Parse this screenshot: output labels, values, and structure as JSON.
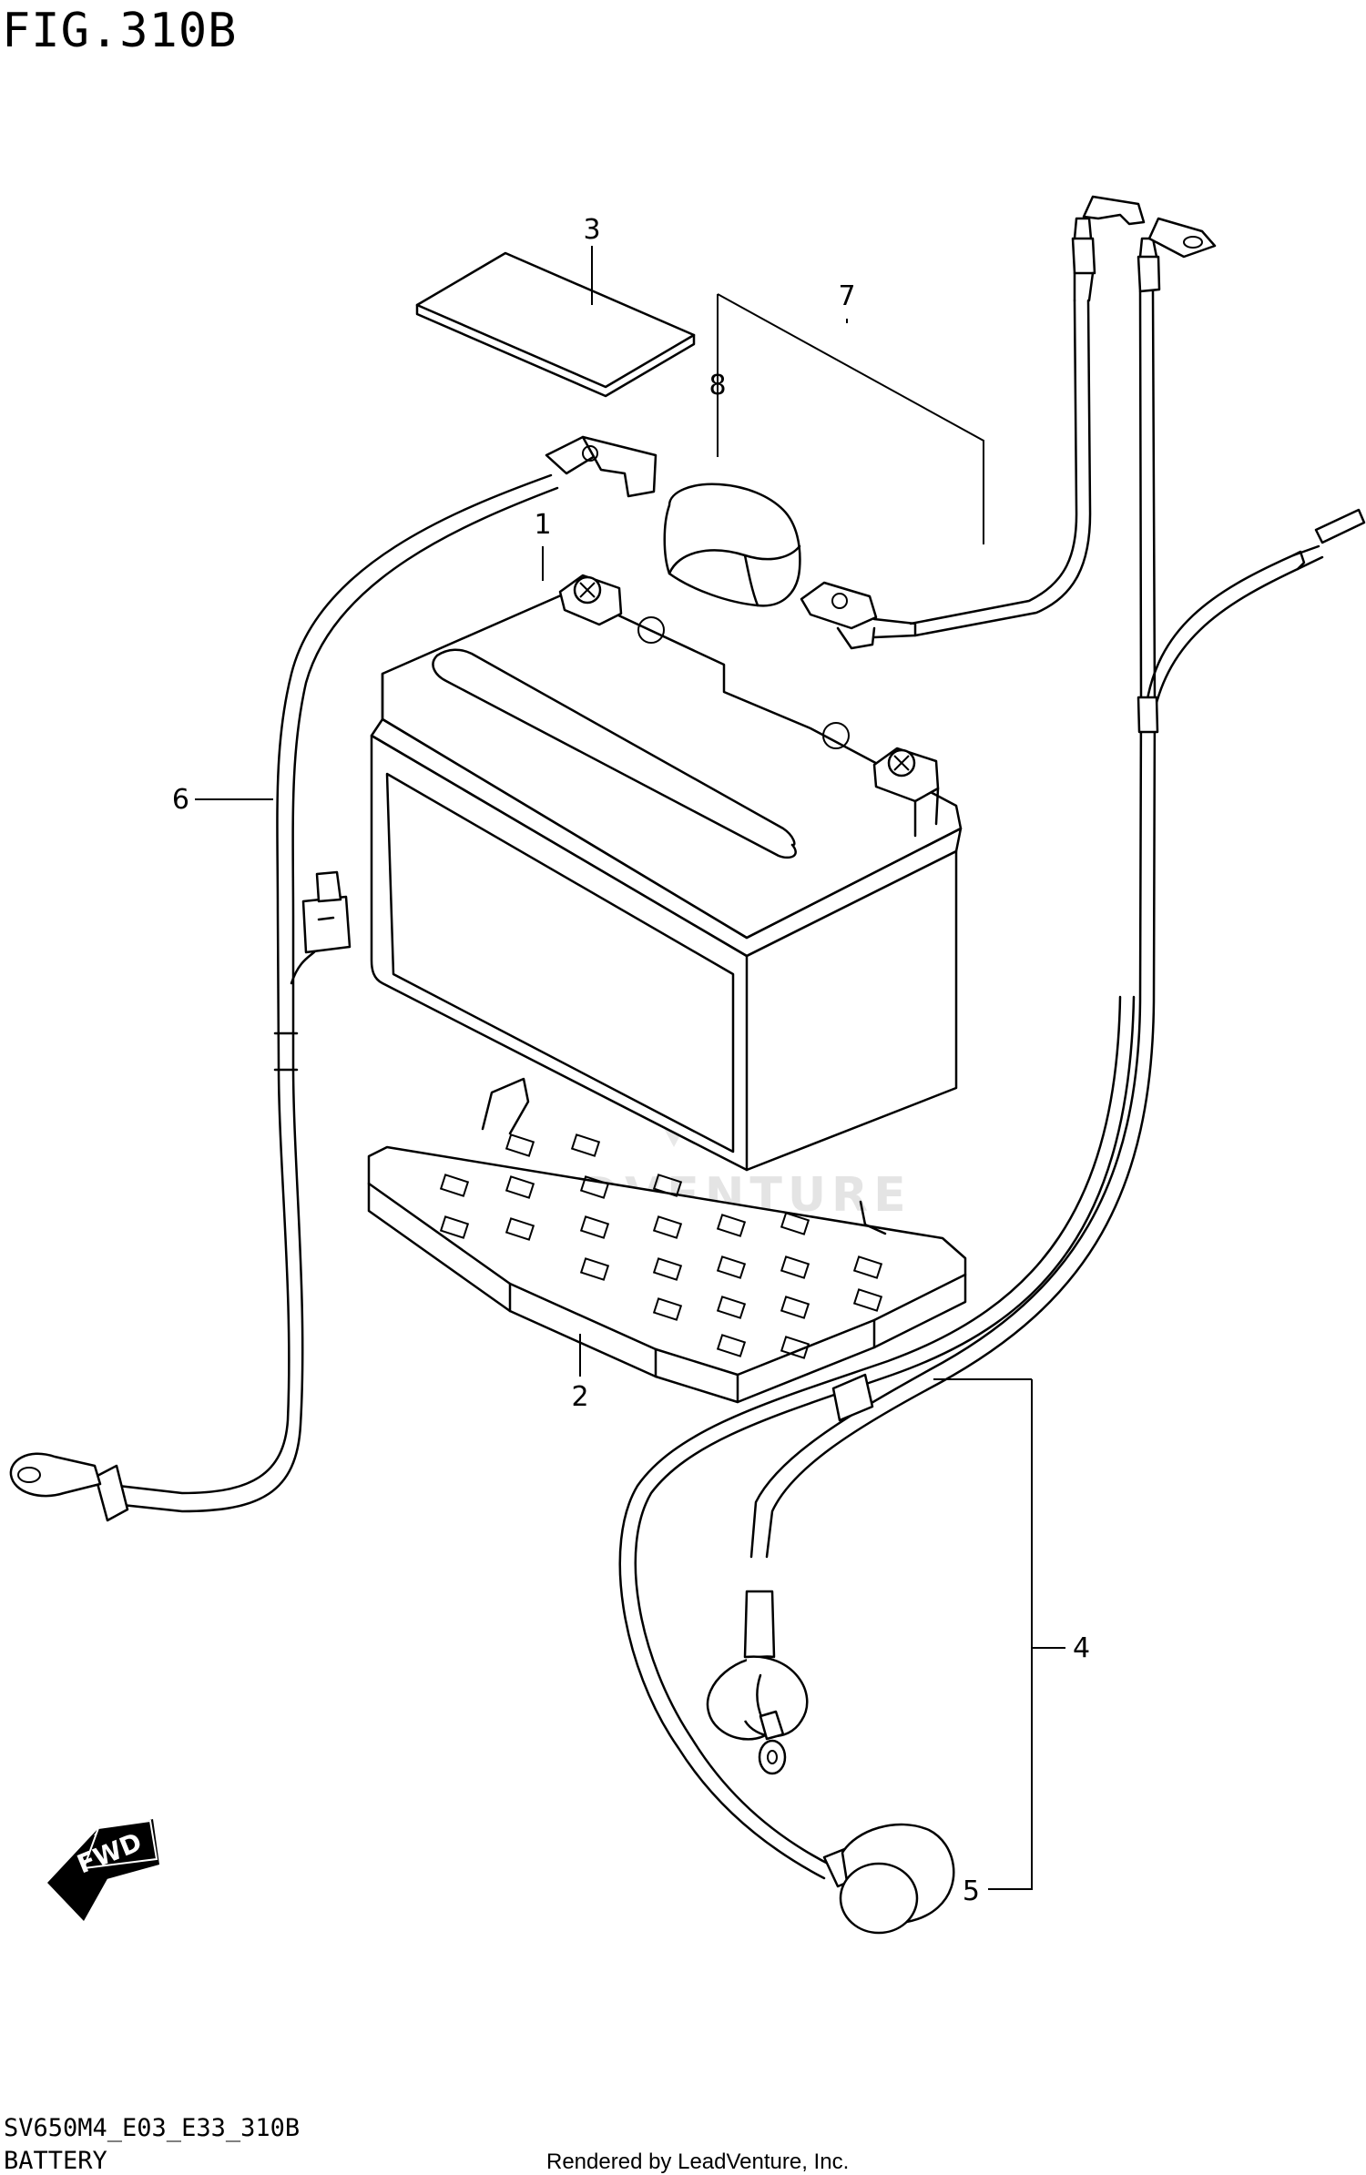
{
  "figure": {
    "title": "FIG.310B",
    "code": "SV650M4_E03_E33_310B",
    "name": "BATTERY",
    "credit": "Rendered by LeadVenture, Inc.",
    "watermark": "LEADVENTURE"
  },
  "callouts": [
    {
      "number": "1",
      "part": "battery"
    },
    {
      "number": "2",
      "part": "battery-tray"
    },
    {
      "number": "3",
      "part": "battery-label"
    },
    {
      "number": "4",
      "part": "battery-cable-minus"
    },
    {
      "number": "5",
      "part": "terminal-cap"
    },
    {
      "number": "6",
      "part": "starter-motor-lead"
    },
    {
      "number": "7",
      "part": "battery-cable-plus"
    },
    {
      "number": "8",
      "part": "terminal-cover"
    }
  ],
  "fwd_arrow": {
    "label": "FWD"
  }
}
